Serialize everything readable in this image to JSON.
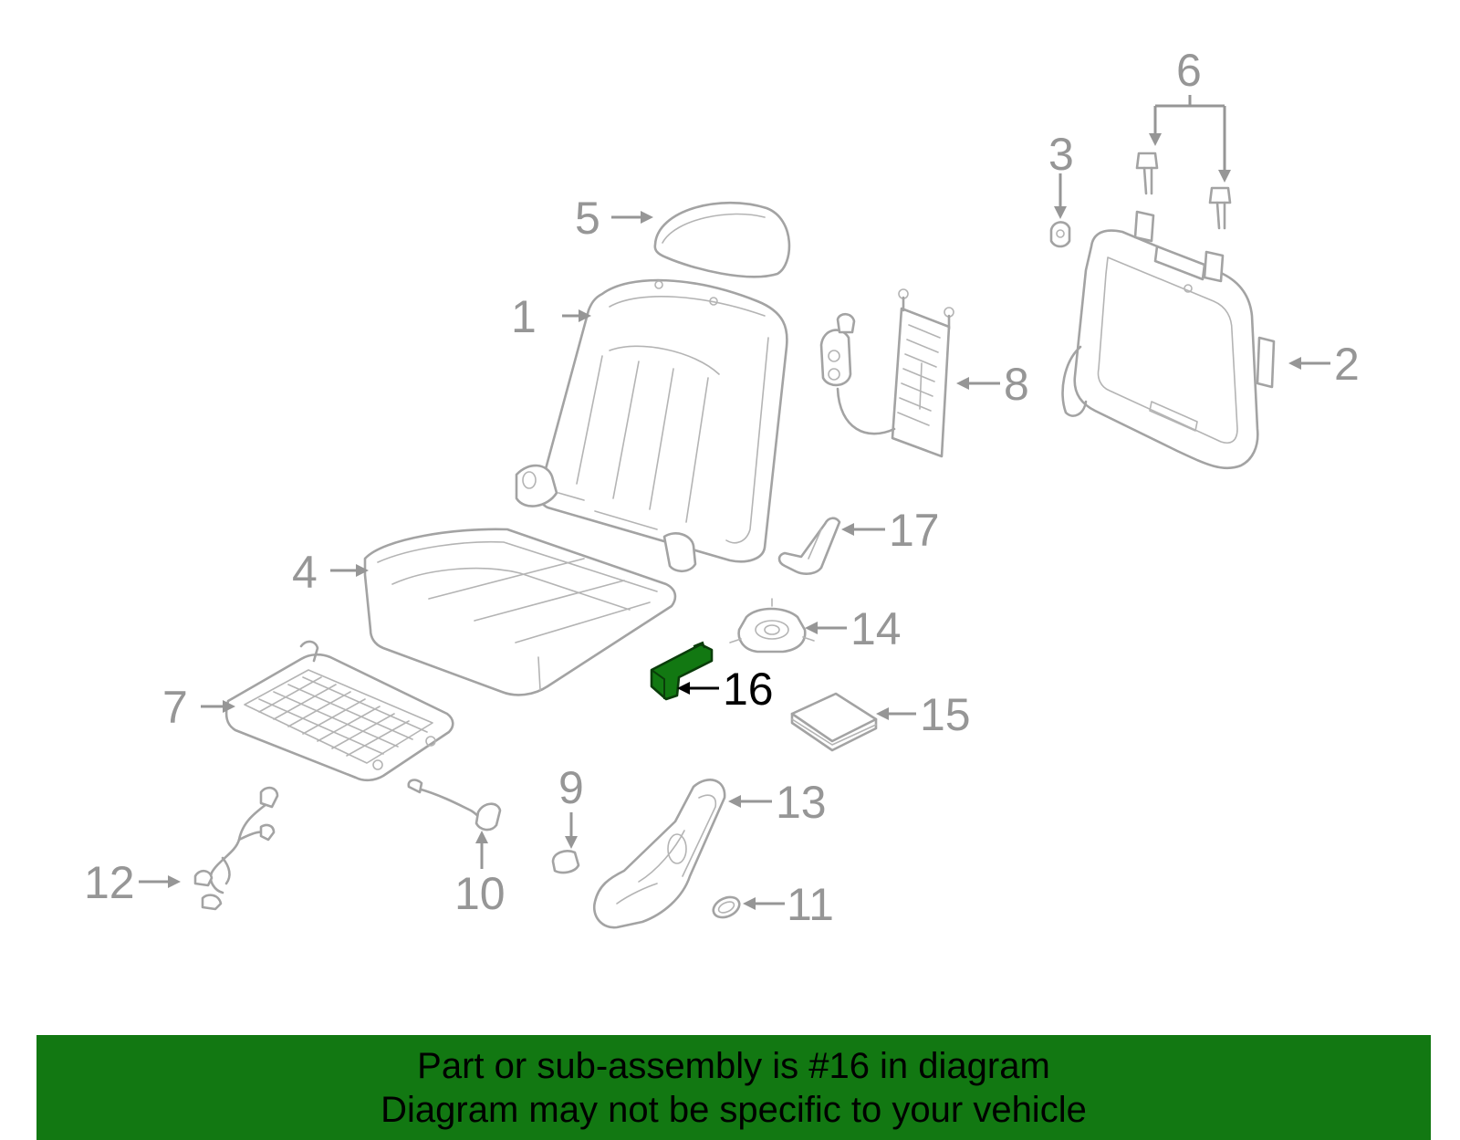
{
  "diagram": {
    "callouts": [
      "1",
      "2",
      "3",
      "4",
      "5",
      "6",
      "7",
      "8",
      "9",
      "10",
      "11",
      "12",
      "13",
      "14",
      "15",
      "16",
      "17"
    ],
    "highlighted_part": "16",
    "colors": {
      "highlight": "#127812",
      "lines": "#a3a3a3",
      "labels": "#969696",
      "active_label": "#000000"
    }
  },
  "banner": {
    "line1": "Part or sub-assembly is #16 in diagram",
    "line2": "Diagram may not be specific to your vehicle",
    "background": "#127812"
  }
}
